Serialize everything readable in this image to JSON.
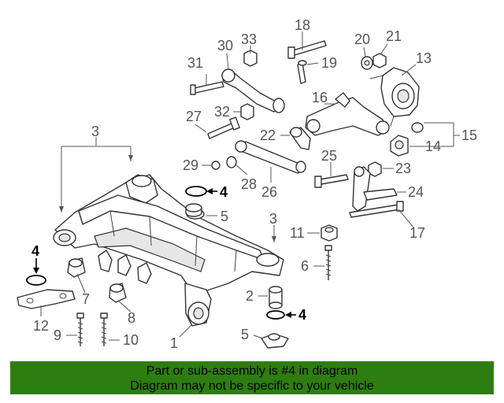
{
  "callouts": {
    "c1": "1",
    "c2": "2",
    "c3a": "3",
    "c3b": "3",
    "c4a": "4",
    "c4b": "4",
    "c4c": "4",
    "c5a": "5",
    "c5b": "5",
    "c6": "6",
    "c7": "7",
    "c8": "8",
    "c9": "9",
    "c10": "10",
    "c11": "11",
    "c12": "12",
    "c13": "13",
    "c14": "14",
    "c15": "15",
    "c16": "16",
    "c17": "17",
    "c18": "18",
    "c19": "19",
    "c20": "20",
    "c21": "21",
    "c22": "22",
    "c23": "23",
    "c24": "24",
    "c25": "25",
    "c26": "26",
    "c27": "27",
    "c28": "28",
    "c29": "29",
    "c30": "30",
    "c31": "31",
    "c32": "32",
    "c33": "33"
  },
  "notice": {
    "line1": "Part or sub-assembly is #4 in diagram",
    "line2": "Diagram may not be specific to your vehicle"
  },
  "colors": {
    "notice_background": "#2e7d10",
    "highlight": "#000000",
    "line_art": "#333333"
  }
}
